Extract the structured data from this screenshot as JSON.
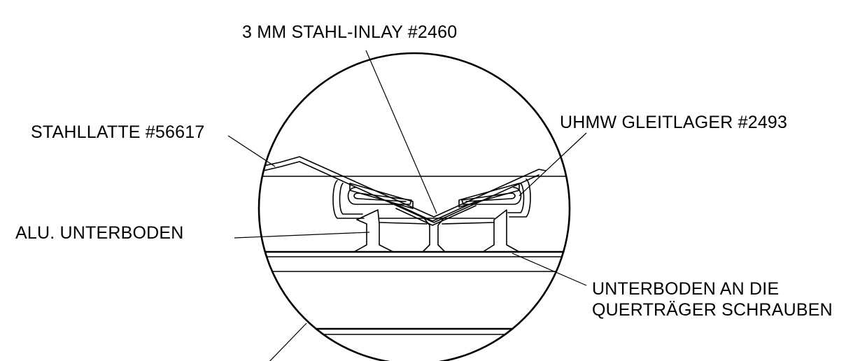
{
  "labels": {
    "steel_inlay": "3 MM STAHL-INLAY #2460",
    "steel_slat": "STAHLLATTE #56617",
    "uhmw_bearing": "UHMW GLEITLAGER #2493",
    "alu_subfloor": "ALU. UNTERBODEN",
    "screw_note_line1": "UNTERBODEN AN DIE",
    "screw_note_line2": "QUERTRÄGER SCHRAUBEN"
  },
  "colors": {
    "line": "#000000",
    "background": "#ffffff"
  }
}
